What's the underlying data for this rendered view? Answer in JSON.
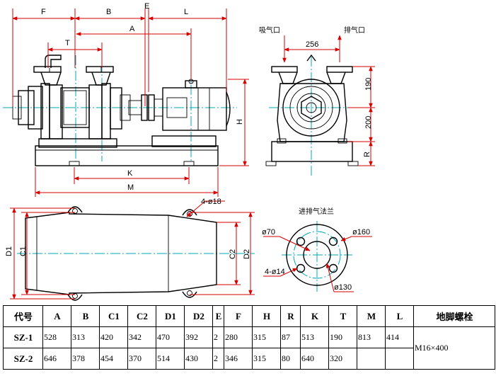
{
  "side_view": {
    "dims_top": [
      "F",
      "B",
      "E",
      "L",
      "A",
      "T"
    ],
    "dims_bottom": [
      "K",
      "M"
    ],
    "dim_right": "H"
  },
  "end_view": {
    "inlet_label": "吸气口",
    "outlet_label": "排气口",
    "width_dim": "256",
    "dim_upper": "190",
    "dim_lower": "200",
    "dim_base": "R"
  },
  "plan_view": {
    "bolt_holes": "4-ø18",
    "dims_left": [
      "D1",
      "C1"
    ],
    "dims_right": [
      "C2",
      "D2"
    ]
  },
  "flange_view": {
    "title": "进排气法兰",
    "bore": "ø70",
    "pcd": "ø130",
    "od": "ø160",
    "holes": "4-ø14"
  },
  "table": {
    "headers": [
      "代号",
      "A",
      "B",
      "C1",
      "C2",
      "D1",
      "D2",
      "E",
      "F",
      "H",
      "R",
      "K",
      "T",
      "M",
      "L",
      "地脚螺栓"
    ],
    "rows": [
      {
        "model": "SZ-1",
        "values": [
          "528",
          "313",
          "420",
          "342",
          "470",
          "392",
          "2",
          "280",
          "315",
          "87",
          "513",
          "190",
          "813",
          "414"
        ]
      },
      {
        "model": "SZ-2",
        "values": [
          "646",
          "378",
          "454",
          "370",
          "514",
          "430",
          "2",
          "346",
          "315",
          "80",
          "640",
          "320",
          "",
          ""
        ]
      }
    ],
    "anchor_bolt": "M16×400"
  }
}
